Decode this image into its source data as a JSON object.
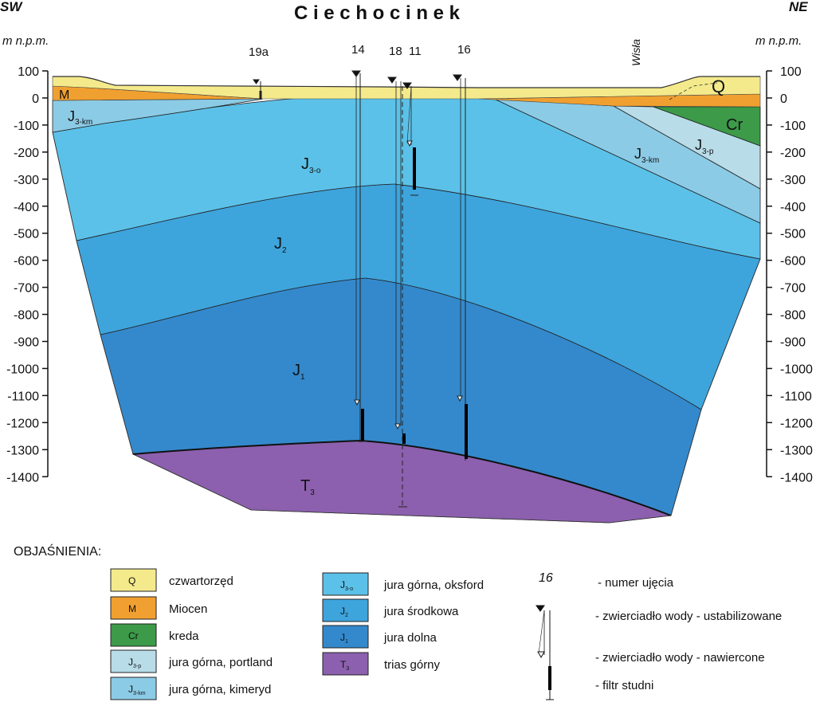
{
  "header": {
    "title": "C i e c h o c i n e k",
    "left_dir": "SW",
    "right_dir": "NE",
    "left_unit": "m n.p.m.",
    "right_unit": "m n.p.m.",
    "river": "Wisła"
  },
  "axis": {
    "ticks": [
      "100",
      "0",
      "-100",
      "-200",
      "-300",
      "-400",
      "-500",
      "-600",
      "-700",
      "-800",
      "-900",
      "-1000",
      "-1100",
      "-1200",
      "-1300",
      "-1400"
    ]
  },
  "wells": [
    {
      "id": "19a"
    },
    {
      "id": "14"
    },
    {
      "id": "18"
    },
    {
      "id": "11"
    },
    {
      "id": "16"
    }
  ],
  "layers": {
    "Q": {
      "base": "Q",
      "sub": "",
      "color": "#f4ea8c"
    },
    "M": {
      "base": "M",
      "sub": "",
      "color": "#f0a030"
    },
    "Cr": {
      "base": "Cr",
      "sub": "",
      "color": "#3c9a48"
    },
    "J3p": {
      "base": "J",
      "sub": "3-p",
      "color": "#b8dce8"
    },
    "J3km": {
      "base": "J",
      "sub": "3-km",
      "color": "#8ccbe6"
    },
    "J3o": {
      "base": "J",
      "sub": "3-o",
      "color": "#5cc1e8"
    },
    "J2": {
      "base": "J",
      "sub": "2",
      "color": "#3ea4dc"
    },
    "J1": {
      "base": "J",
      "sub": "1",
      "color": "#3489cc"
    },
    "T3": {
      "base": "T",
      "sub": "3",
      "color": "#8c60ae"
    }
  },
  "legend": {
    "heading": "OBJAŚNIENIA:",
    "items": [
      {
        "base": "Q",
        "sub": "",
        "text": "czwartorzęd"
      },
      {
        "base": "M",
        "sub": "",
        "text": "Miocen"
      },
      {
        "base": "Cr",
        "sub": "",
        "text": "kreda"
      },
      {
        "base": "J",
        "sub": "3-p",
        "text": "jura górna, portland"
      },
      {
        "base": "J",
        "sub": "3-km",
        "text": "jura górna, kimeryd"
      },
      {
        "base": "J",
        "sub": "3-o",
        "text": "jura górna, oksford"
      },
      {
        "base": "J",
        "sub": "2",
        "text": "jura środkowa"
      },
      {
        "base": "J",
        "sub": "1",
        "text": "jura dolna"
      },
      {
        "base": "T",
        "sub": "3",
        "text": "trias górny"
      }
    ],
    "symbols": {
      "sample_number": "16",
      "well_number_text": "- numer ujęcia",
      "static_level_text": "- zwierciadło wody - ustabilizowane",
      "drilled_level_text": "- zwierciadło wody - nawiercone",
      "filter_text": "- filtr studni"
    }
  }
}
